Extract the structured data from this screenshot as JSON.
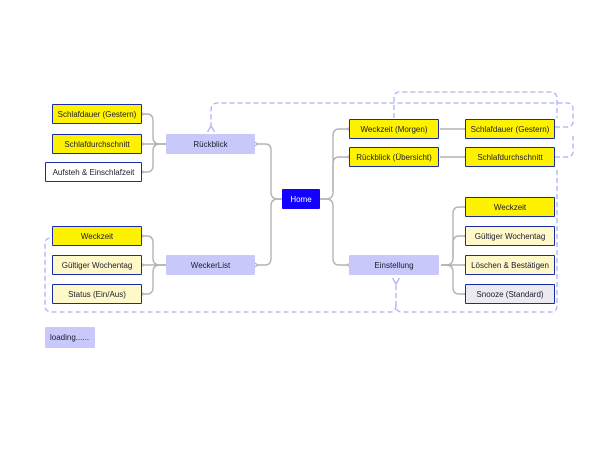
{
  "nodes": {
    "home": "Home",
    "rueckblick": "Rückblick",
    "weckerlist": "WeckerList",
    "einstellung": "Einstellung",
    "r_schlafdauer": "Schlafdauer (Gestern)",
    "r_schlafdurchschnitt": "Schlafdurchschnitt",
    "r_aufsteh": "Aufsteh & Einschlafzeit",
    "w_weckzeit": "Weckzeit",
    "w_wochentag": "Gültiger Wochentag",
    "w_status": "Status (Ein/Aus)",
    "h_weckzeit_morgen": "Weckzeit (Morgen)",
    "h_rueckblick_uebersicht": "Rückblick (Übersicht)",
    "h_schlafdauer": "Schlafdauer (Gestern)",
    "h_schlafdurchschnitt": "Schlafdurchschnitt",
    "e_weckzeit": "Weckzeit",
    "e_wochentag": "Gültiger Wochentag",
    "e_loeschen": "Löschen & Bestätigen",
    "e_snooze": "Snooze (Standard)",
    "loading": "loading......"
  },
  "colors": {
    "connector": "#b3b3b3",
    "dashed": "#aeb0f6",
    "highlight": "#fff200",
    "border": "#1a2ba8",
    "home": "#1400ff",
    "lavender": "#c9c8fb"
  }
}
